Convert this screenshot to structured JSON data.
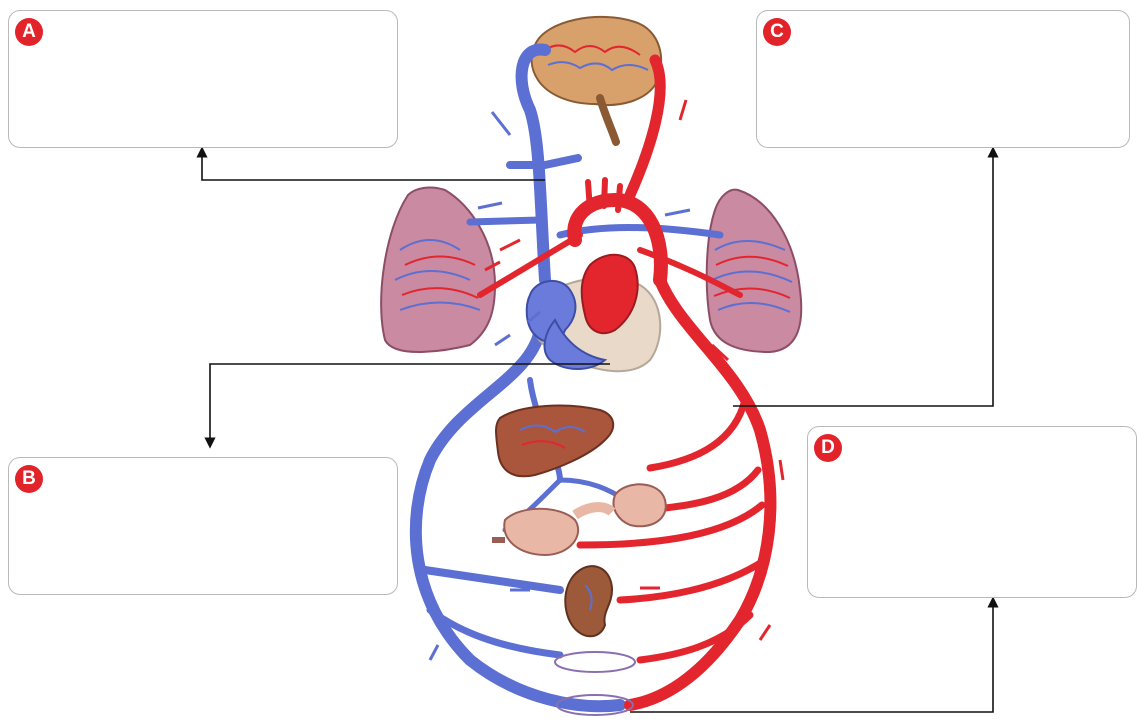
{
  "labels": {
    "a": {
      "letter": "A",
      "text": ""
    },
    "b": {
      "letter": "B",
      "text": ""
    },
    "c": {
      "letter": "C",
      "text": ""
    },
    "d": {
      "letter": "D",
      "text": ""
    }
  },
  "colors": {
    "artery": "#e3262e",
    "vein": "#5c6fd2",
    "badge": "#e2232a",
    "leader": "#111111",
    "lung": "#c9849c",
    "liver": "#a9563c",
    "kidney": "#9c5a3a",
    "heart_sac": "#e9d9c9"
  }
}
